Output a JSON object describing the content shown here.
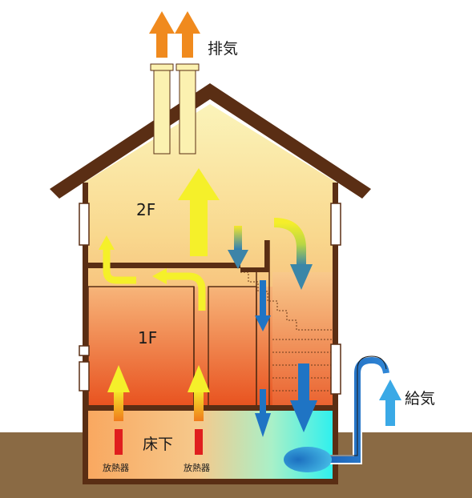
{
  "labels": {
    "exhaust": "排気",
    "supply": "給気",
    "floor_2f": "2F",
    "floor_1f": "1F",
    "underfloor": "床下",
    "heater_left": "放熱器",
    "heater_right": "放熱器"
  },
  "colors": {
    "ground": "#8a6a44",
    "roof": "#5a2e14",
    "wall": "#5a2e14",
    "attic_top": "#fbf3b6",
    "second_floor": "#f7c67e",
    "first_floor_top": "#f7b070",
    "first_floor_bottom": "#e85a26",
    "underfloor_warm": "#f9a65a",
    "underfloor_cool": "#33f0e8",
    "warm_arrow": "#f5f02a",
    "exhaust_arrow": "#f08a1e",
    "cool_arrow": "#1f74c4",
    "supply_arrow": "#3aa9e6",
    "heater": "#e01e1e"
  }
}
